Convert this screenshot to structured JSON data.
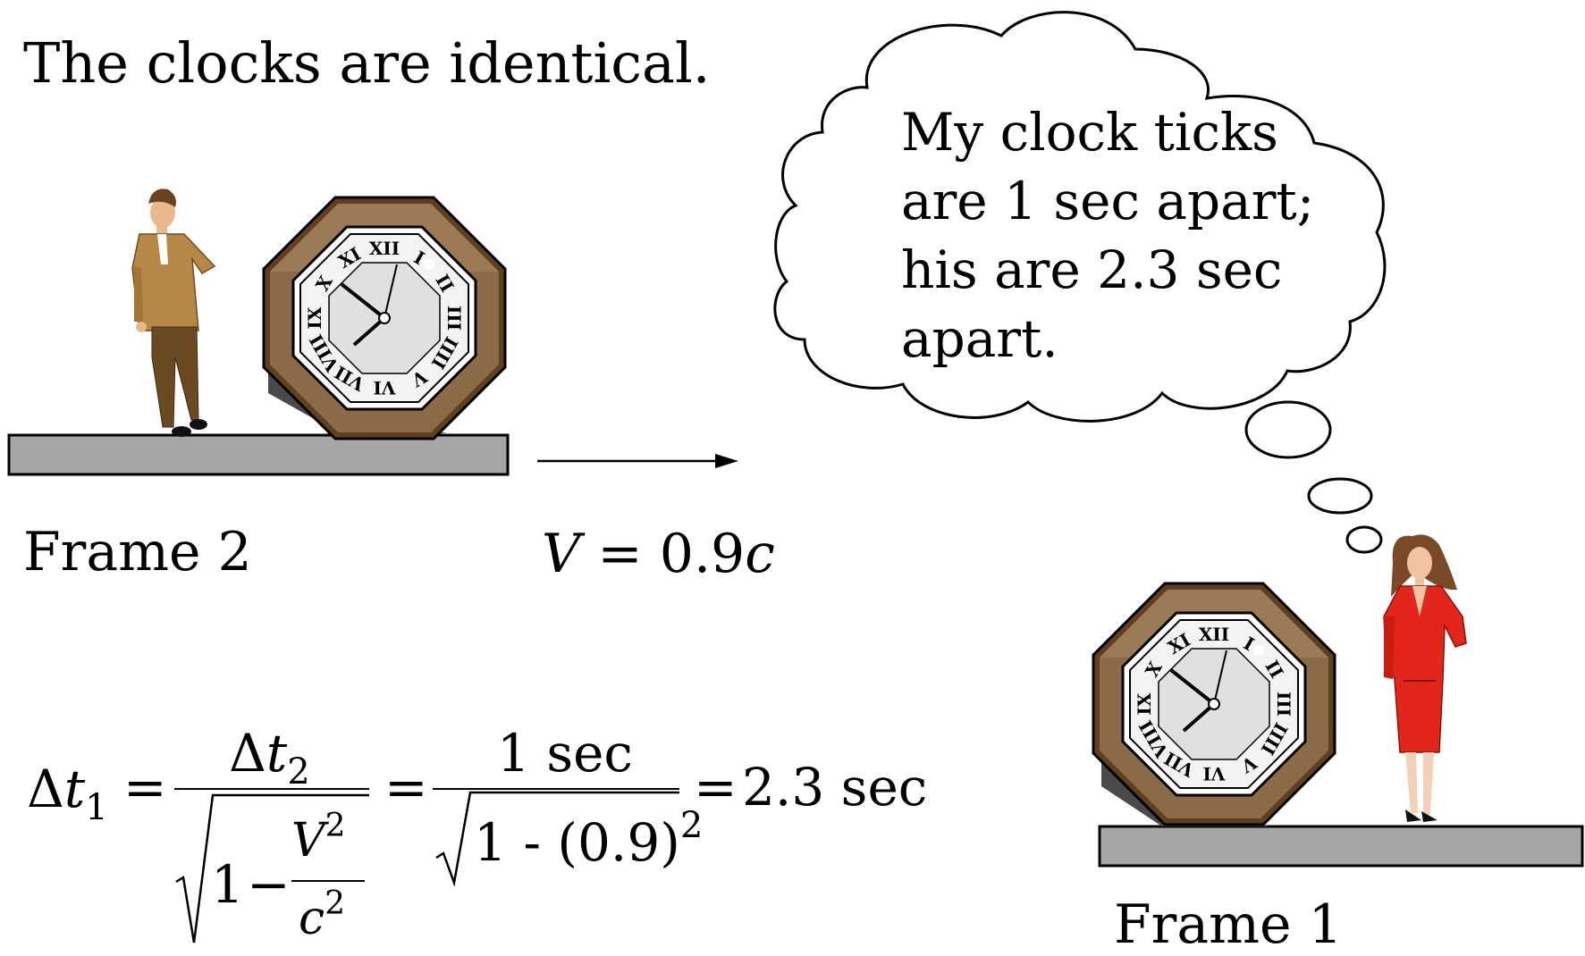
{
  "statement": "The clocks are identical.",
  "thought": {
    "lines": [
      "My clock ticks",
      "are 1 sec apart;",
      "his are 2.3 sec",
      "apart."
    ]
  },
  "frame2": {
    "label": "Frame 2"
  },
  "frame1": {
    "label": "Frame 1"
  },
  "velocity": {
    "symbol": "V",
    "equals": "=",
    "value": "0.9",
    "c": "c"
  },
  "formula": {
    "lhs_delta": "Δ",
    "lhs_t": "t",
    "lhs_sub": "1",
    "eq1": "=",
    "num1_delta": "Δ",
    "num1_t": "t",
    "num1_sub": "2",
    "den1_one": "1",
    "den1_minus": "−",
    "den1_V": "V",
    "den1_V_exp": "2",
    "den1_c": "c",
    "den1_c_exp": "2",
    "eq2": "=",
    "num2": "1 sec",
    "den2": "1 - (0.9)",
    "den2_exp": "2",
    "eq3": "=",
    "result": "2.3 sec"
  },
  "clock_numerals": [
    "XII",
    "I",
    "II",
    "III",
    "IIII",
    "V",
    "VI",
    "VII",
    "VIII",
    "IX",
    "X",
    "XI"
  ],
  "colors": {
    "platform": "#a6a6a6",
    "clock_frame_light": "#8b6a47",
    "clock_frame_dark": "#5e3f22",
    "clock_face": "#e6e6e6",
    "suit": "#b58845",
    "trousers": "#6b4a22",
    "dress": "#e3261b",
    "hair": "#7a4a26"
  }
}
